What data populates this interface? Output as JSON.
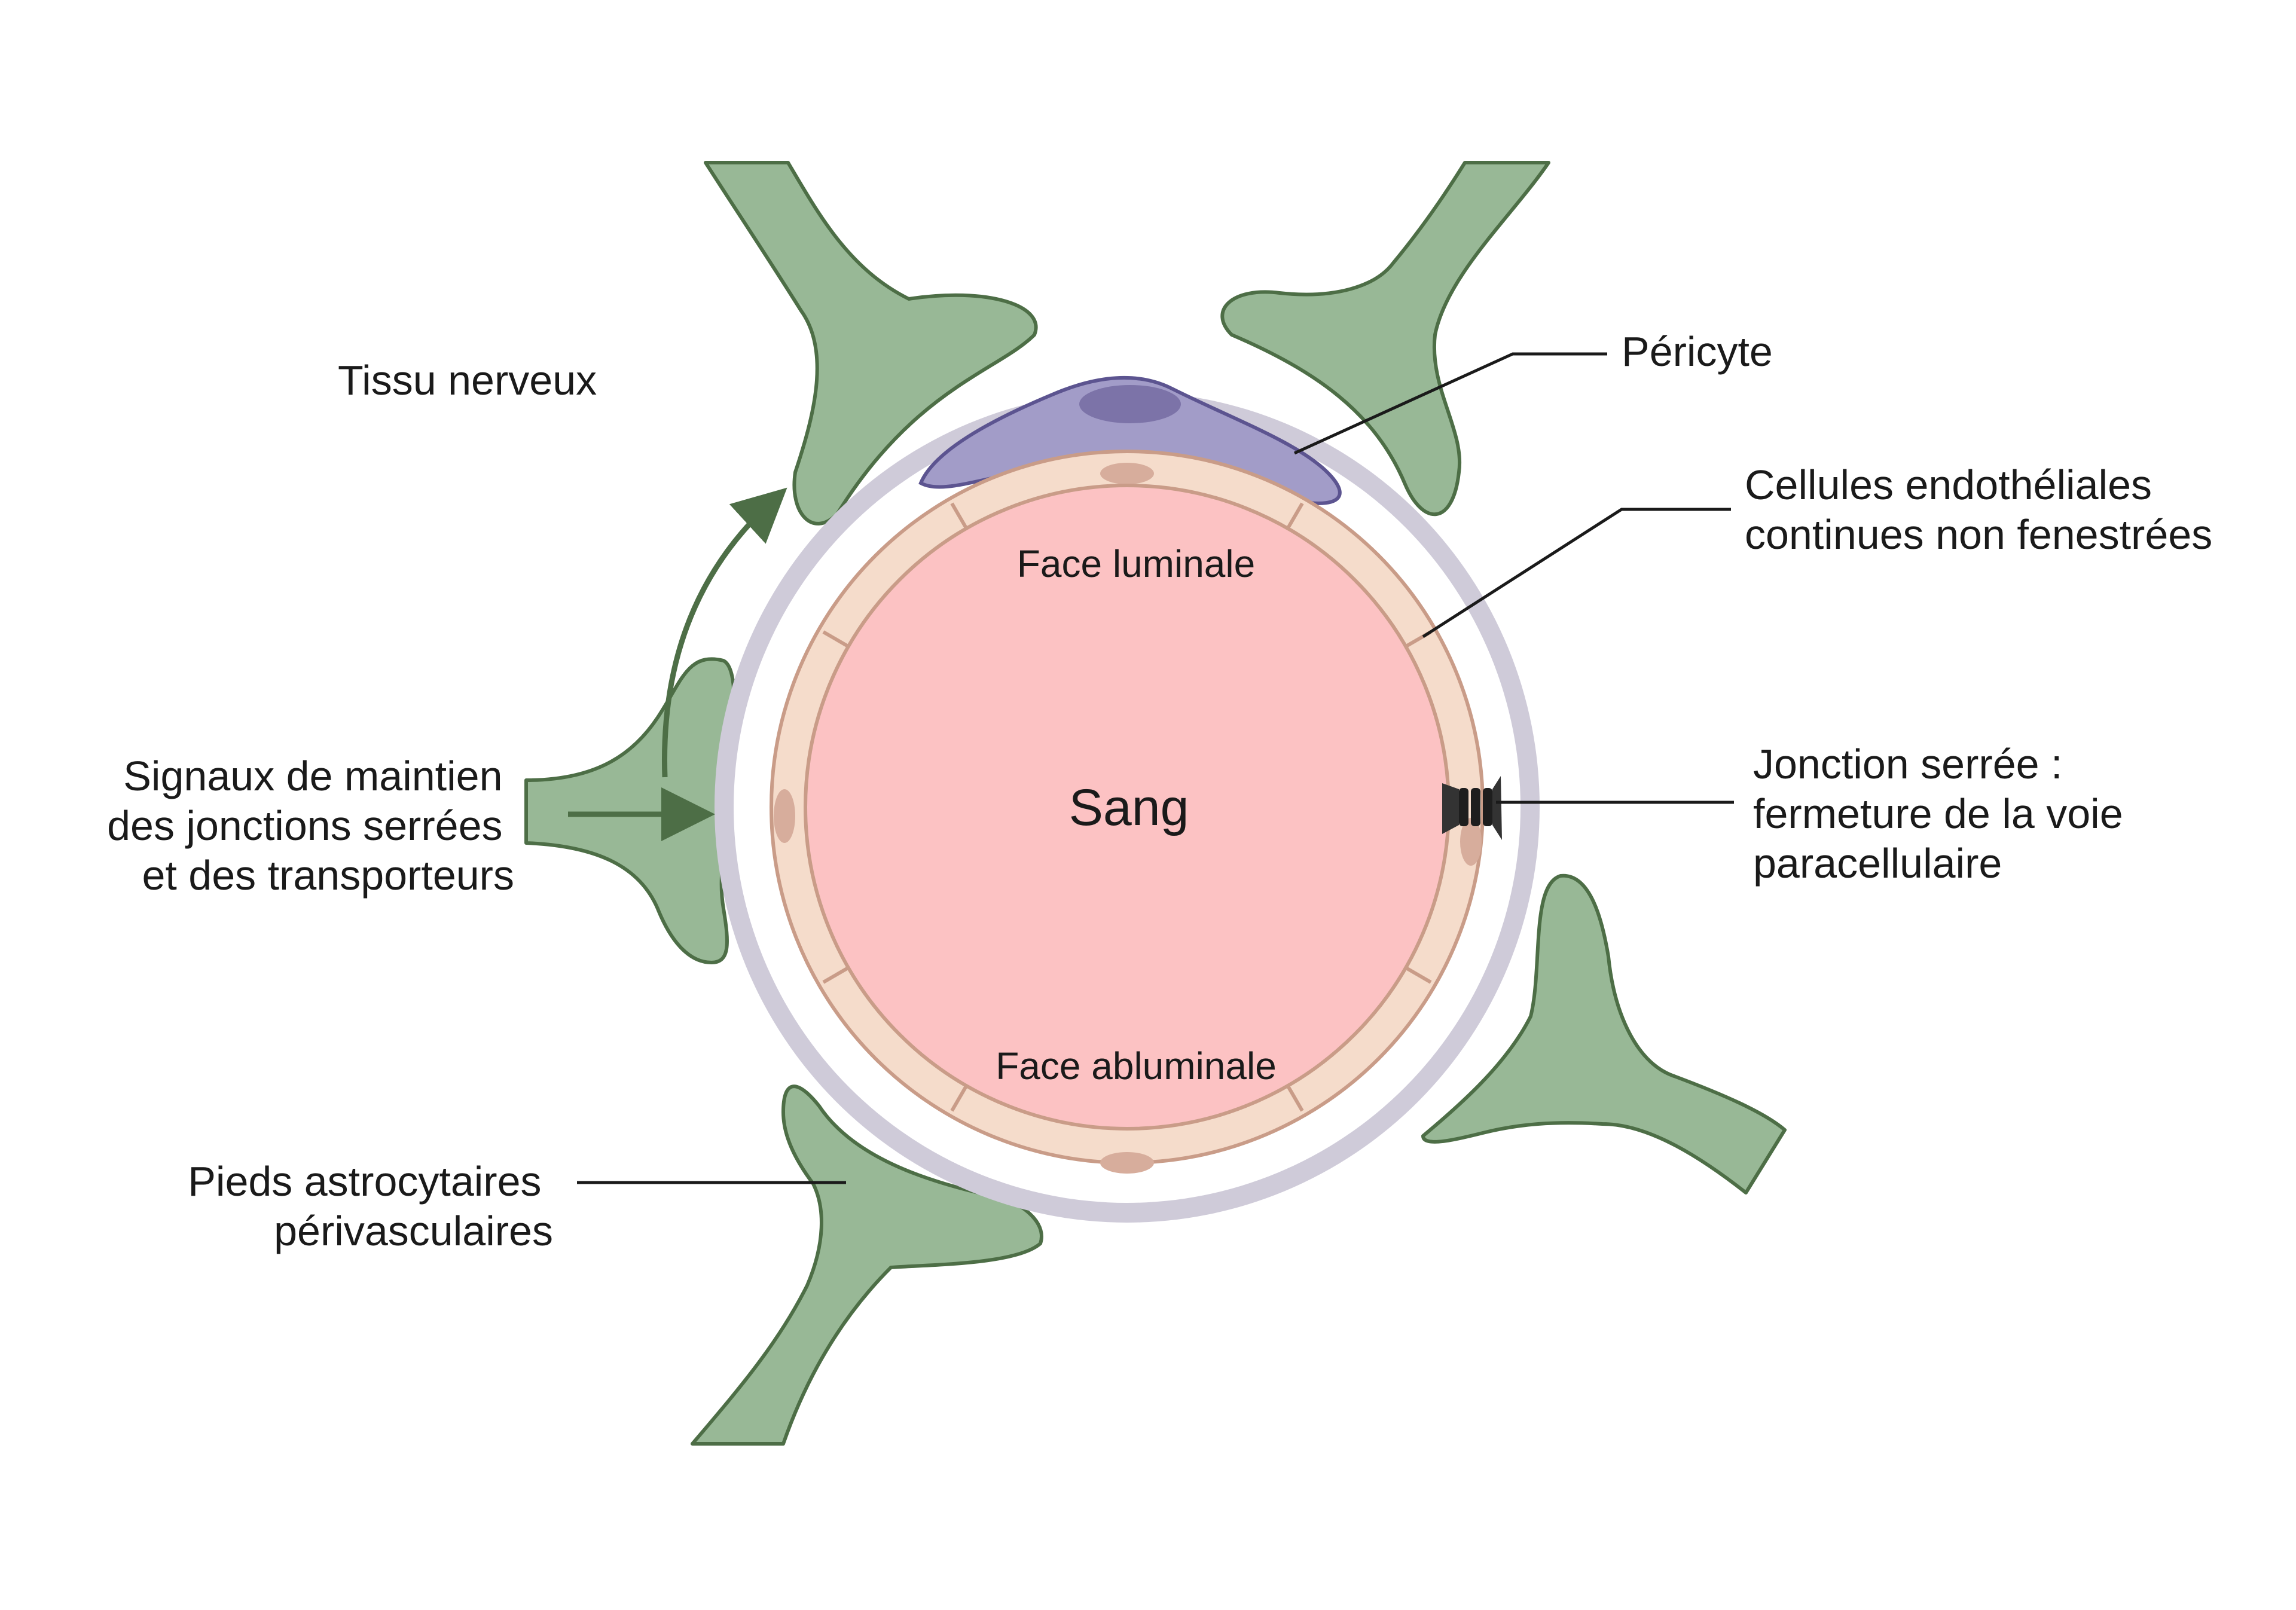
{
  "title": "",
  "labels": {
    "nervous_tissue": "Tissu nerveux",
    "pericyte": "Péricyte",
    "endothelial": [
      "Cellules endothéliales",
      "continues non fenestrées"
    ],
    "tight_junction": [
      "Jonction serrée :",
      "fermeture de la voie",
      "paracellulaire"
    ],
    "signals": [
      "Signaux de maintien",
      "des jonctions serrées",
      "et des transporteurs"
    ],
    "astrocyte_feet": [
      "Pieds astrocytaires",
      "périvasculaires"
    ],
    "blood": "Sang",
    "luminal_face": "Face luminale",
    "abluminal_face": "Face abluminale"
  },
  "colors": {
    "blood": "#fcc2c3",
    "endothelium": "#f5dccb",
    "endothelium_stroke": "#c99c88",
    "nucleus": "#d7ad9c",
    "basement_membrane": "#cfcbd9",
    "pericyte": "#a29cc8",
    "pericyte_nucleus": "#7c73a8",
    "astrocyte": "#98b896",
    "astrocyte_stroke": "#4d6e46",
    "tight_junction": "#333333"
  }
}
